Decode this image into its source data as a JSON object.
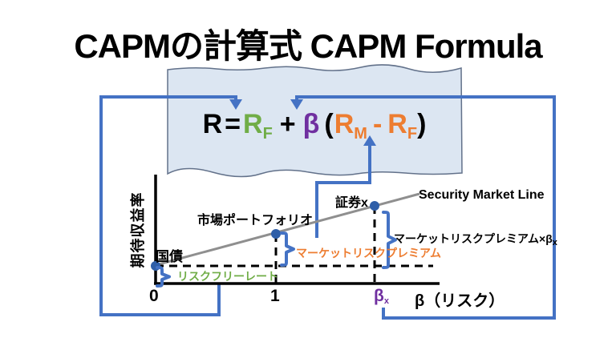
{
  "title": "CAPMの計算式 CAPM Formula",
  "formula": {
    "r": "R",
    "equals": "=",
    "rf_base": "R",
    "rf_sub": "F",
    "plus": "+",
    "beta": "β",
    "open_paren": "(",
    "rm_base": "R",
    "rm_sub": "M",
    "minus": "-",
    "rf2_base": "R",
    "rf2_sub": "F",
    "close_paren": ")"
  },
  "graph": {
    "y_axis_label": "期待収益率",
    "x_axis_label": "β（リスク）",
    "sml_label": "Security Market Line",
    "ticks": {
      "zero": "0",
      "one": "1",
      "beta_x_base": "β",
      "beta_x_sub": "x"
    },
    "points": {
      "bond_label": "国債",
      "market_label": "市場ポートフォリオ",
      "security_label": "証券x"
    },
    "annotations": {
      "risk_free": "リスクフリーレート",
      "market_premium": "マーケットリスクプレミアム",
      "market_premium_beta_base": "マーケットリスクプレミアム×β",
      "market_premium_beta_sub": "x"
    }
  },
  "colors": {
    "blue": "#4472c4",
    "green": "#70ad47",
    "orange": "#ed7d31",
    "purple": "#7030a0",
    "line-gray": "#8f8f8f",
    "dot-blue": "#2f5fa8",
    "box-fill": "#dce6f2",
    "box-stroke": "#62718a"
  }
}
